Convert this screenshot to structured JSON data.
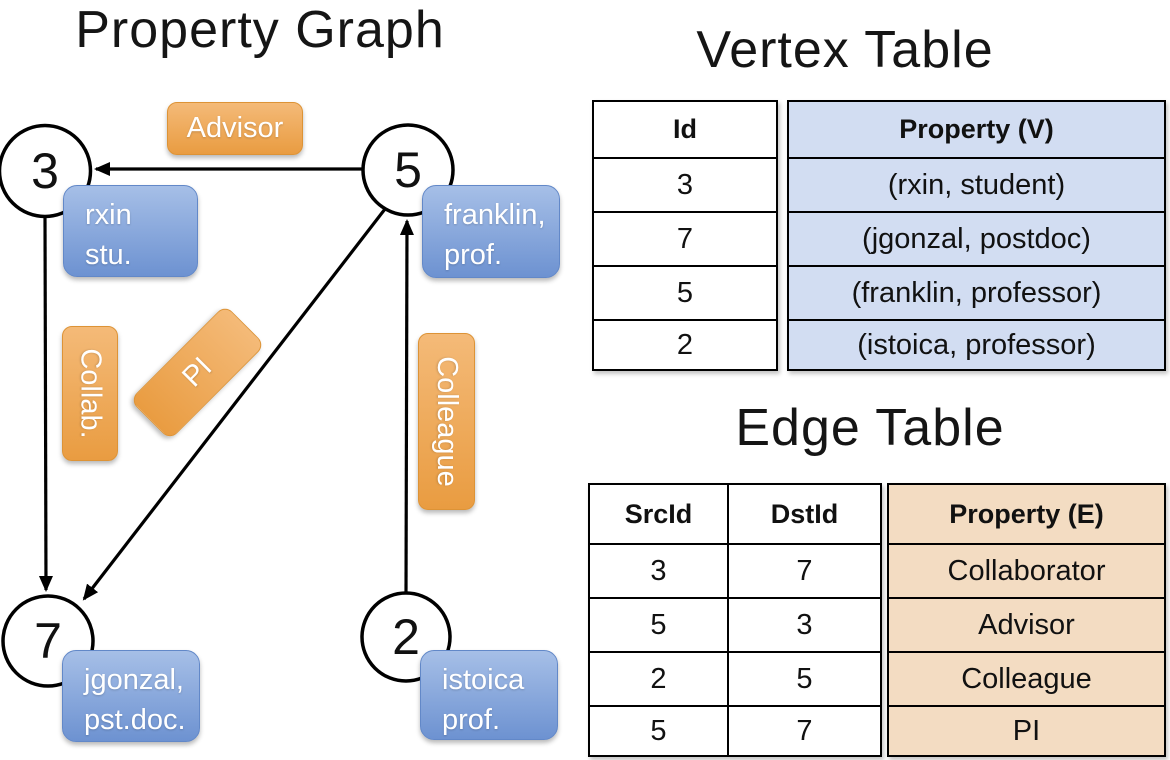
{
  "colors": {
    "orange_gradient_top": "#f4ba78",
    "orange_gradient_bottom": "#e99c41",
    "blue_gradient_top": "#a6bfe7",
    "blue_gradient_bottom": "#6d92d1",
    "vertex_property_cell_bg": "#d2ddf2",
    "edge_property_cell_bg": "#f3dcc2",
    "line_color": "#000000"
  },
  "graph": {
    "title": "Property Graph",
    "nodes": [
      {
        "id": "3",
        "label_lines": [
          "rxin",
          "stu."
        ]
      },
      {
        "id": "5",
        "label_lines": [
          "franklin,",
          "prof."
        ]
      },
      {
        "id": "7",
        "label_lines": [
          "jgonzal,",
          "pst.doc."
        ]
      },
      {
        "id": "2",
        "label_lines": [
          "istoica",
          "prof."
        ]
      }
    ],
    "edges": [
      {
        "label": "Advisor",
        "src": "5",
        "dst": "3"
      },
      {
        "label": "Collab.",
        "src": "3",
        "dst": "7"
      },
      {
        "label": "PI",
        "src": "5",
        "dst": "7"
      },
      {
        "label": "Colleague",
        "src": "2",
        "dst": "5"
      }
    ]
  },
  "vertex_table": {
    "title": "Vertex Table",
    "columns": [
      "Id",
      "Property (V)"
    ],
    "rows": [
      [
        "3",
        "(rxin, student)"
      ],
      [
        "7",
        "(jgonzal, postdoc)"
      ],
      [
        "5",
        "(franklin, professor)"
      ],
      [
        "2",
        "(istoica, professor)"
      ]
    ]
  },
  "edge_table": {
    "title": "Edge Table",
    "columns": [
      "SrcId",
      "DstId",
      "Property (E)"
    ],
    "rows": [
      [
        "3",
        "7",
        "Collaborator"
      ],
      [
        "5",
        "3",
        "Advisor"
      ],
      [
        "2",
        "5",
        "Colleague"
      ],
      [
        "5",
        "7",
        "PI"
      ]
    ]
  }
}
